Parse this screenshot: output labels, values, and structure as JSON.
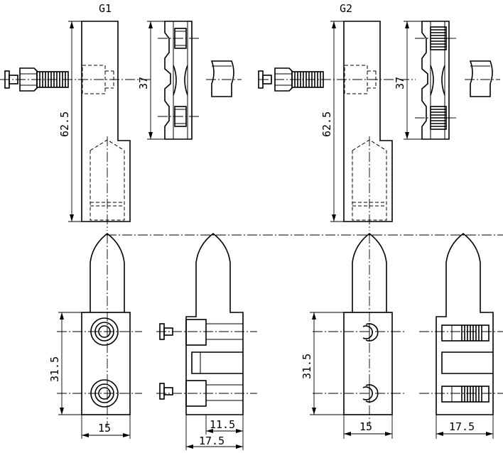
{
  "labels": {
    "g1": "G1",
    "g2": "G2"
  },
  "dimensions": {
    "g1_height": "62.5",
    "g1_pitch": "37",
    "g2_height": "62.5",
    "g2_pitch": "37",
    "g1_base_height": "31.5",
    "g1_base_width": "15",
    "g1_side_inner": "11.5",
    "g1_side_outer": "17.5",
    "g2_base_height": "31.5",
    "g2_base_width": "15",
    "g2_side_width": "17.5"
  }
}
